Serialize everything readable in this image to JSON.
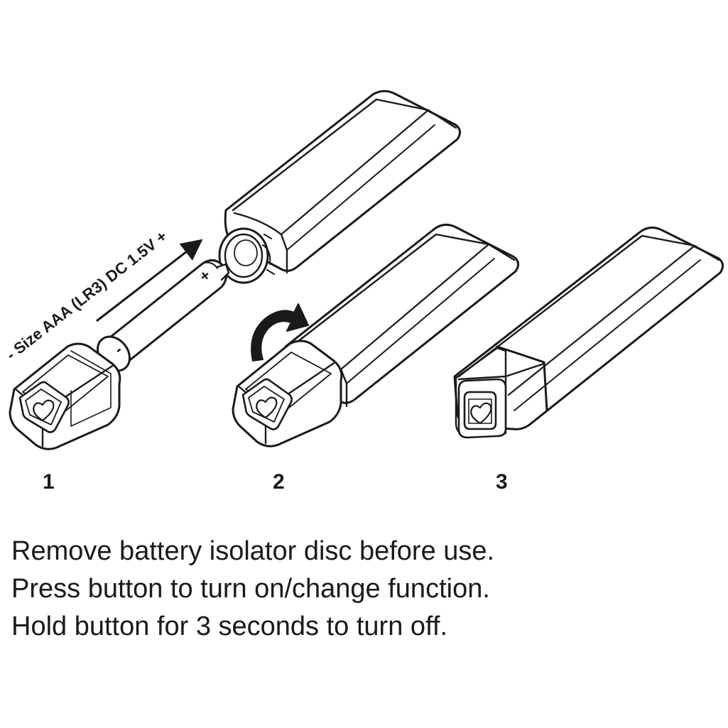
{
  "battery_label": "- Size AAA (LR3) DC 1.5V +",
  "battery_plus": "+",
  "battery_minus": "-",
  "steps": [
    "1",
    "2",
    "3"
  ],
  "instructions": [
    "Remove battery isolator disc before use.",
    "Press button to turn on/change function.",
    "Hold button for 3 seconds to turn off."
  ],
  "colors": {
    "ink": "#1a1a1a",
    "background": "#ffffff"
  },
  "icons": [
    "heart-icon",
    "arrow-icon",
    "rotate-arrow-icon"
  ]
}
